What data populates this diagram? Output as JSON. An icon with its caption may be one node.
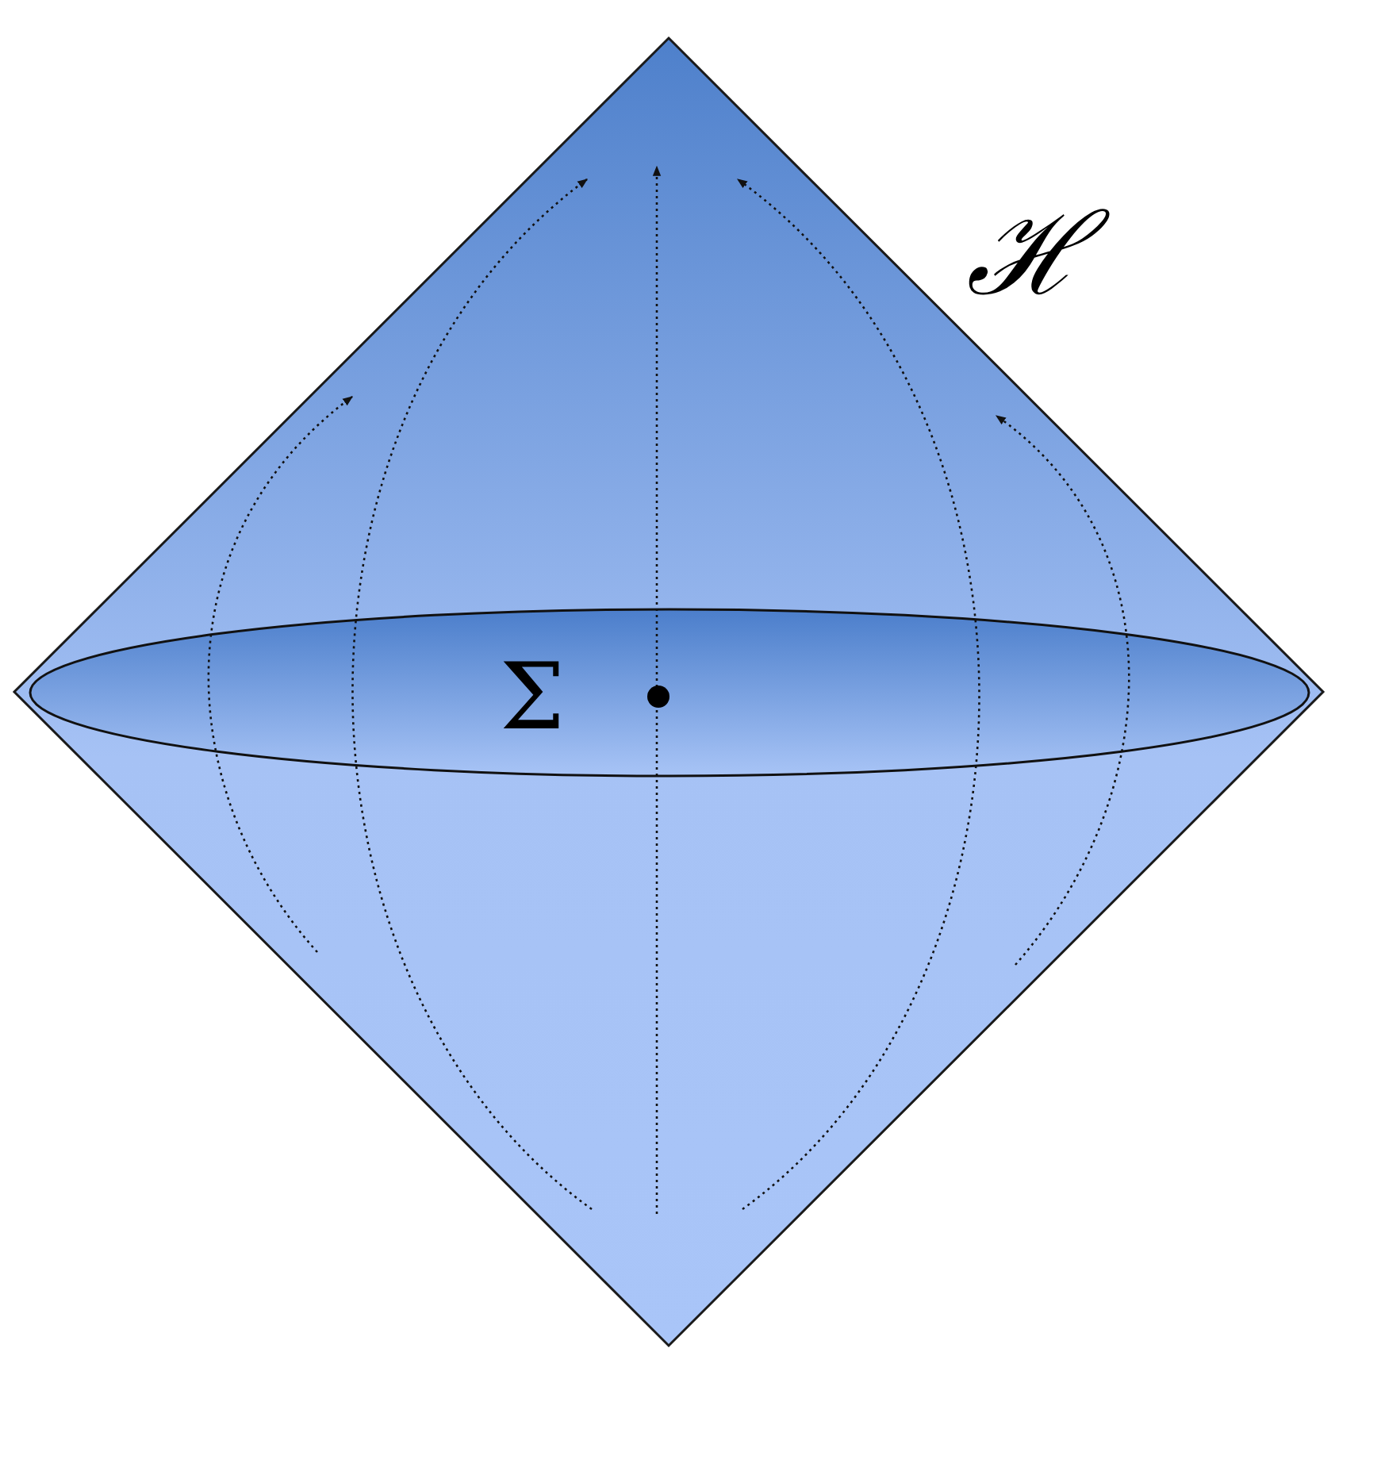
{
  "diagram": {
    "nodes": [
      {
        "text": [
          "ℋ"
        ]
      },
      {
        "text": [
          "Σ"
        ],
        "in": 0
      }
    ]
  }
}
